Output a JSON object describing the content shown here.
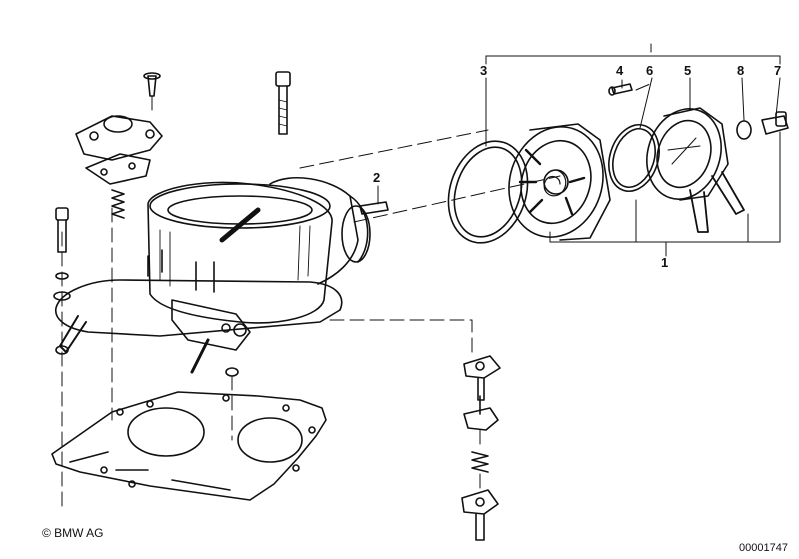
{
  "diagram": {
    "callouts": [
      {
        "id": "3",
        "text": "3"
      },
      {
        "id": "4",
        "text": "4"
      },
      {
        "id": "6",
        "text": "6"
      },
      {
        "id": "5",
        "text": "5"
      },
      {
        "id": "8",
        "text": "8"
      },
      {
        "id": "7",
        "text": "7"
      },
      {
        "id": "2",
        "text": "2"
      },
      {
        "id": "1",
        "text": "1"
      }
    ],
    "parts": [
      "carburetor-body",
      "base-gasket",
      "flange-gasket",
      "choke-housing",
      "cover-ring",
      "choke-cover",
      "sealing-ring",
      "hollow-bolt",
      "fillister-screw",
      "small-insert",
      "linkage-bracket",
      "float-cover",
      "valve-assembly"
    ]
  },
  "footer": {
    "copyright": "© BMW AG",
    "doc_number": "00001747"
  }
}
